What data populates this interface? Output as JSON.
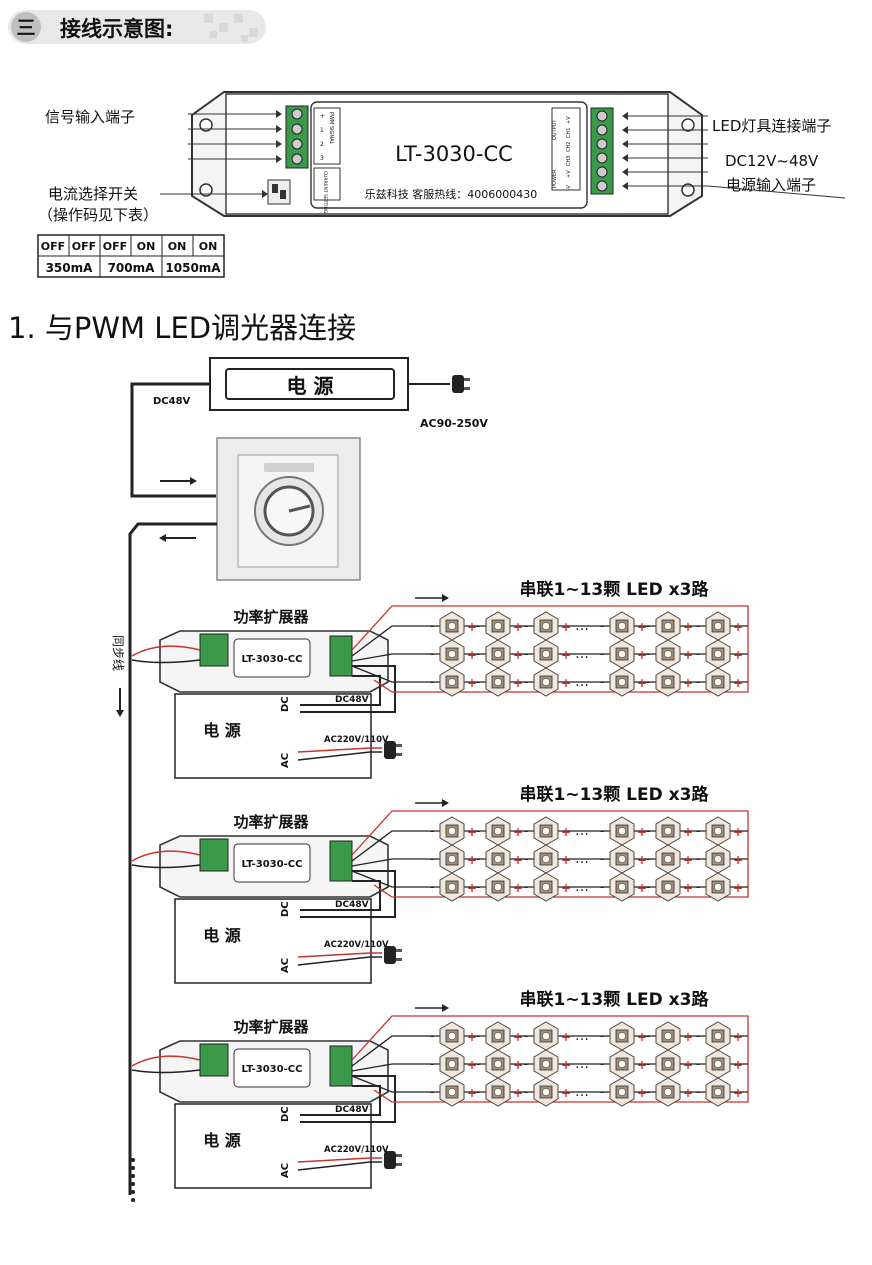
{
  "header": {
    "badge": "三",
    "title": "接线示意图:"
  },
  "controller": {
    "model": "LT-3030-CC",
    "hotline": "乐兹科技 客服热线：4006000430",
    "left_block_label": "PWM SIGNAL",
    "left_pins": [
      "+",
      "1",
      "2",
      "3"
    ],
    "current_block_label": "CURRENT SETTING",
    "right_block_label_top": "OUTPUT",
    "right_block_label_bottom": "POWER",
    "right_pins": [
      "+V",
      "CH1",
      "CH2",
      "CH3",
      "+V",
      "-V"
    ],
    "callouts": {
      "signal_input": "信号输入端子",
      "current_switch": "电流选择开关",
      "current_switch_note": "（操作码见下表）",
      "led_terminal": "LED灯具连接端子",
      "voltage": "DC12V~48V",
      "power_terminal": "电源输入端子"
    }
  },
  "current_table": {
    "codes": [
      [
        "OFF",
        "OFF"
      ],
      [
        "OFF",
        "ON"
      ],
      [
        "ON",
        "ON"
      ]
    ],
    "currents": [
      "350mA",
      "700mA",
      "1050mA"
    ]
  },
  "section1": {
    "title": "1. 与PWM LED调光器连接"
  },
  "top_supply": {
    "label": "电 源",
    "dc_label": "DC48V",
    "ac_label": "AC90-250V"
  },
  "sync_label": "同步线",
  "units": [
    {
      "amp_label": "功率扩展器",
      "model": "LT-3030-CC",
      "led_label": "串联1~13颗 LED x3路",
      "psu_label": "电 源",
      "dc_label": "DC",
      "dc48": "DC48V",
      "ac_label": "AC",
      "ac_spec": "AC220V/110V"
    },
    {
      "amp_label": "功率扩展器",
      "model": "LT-3030-CC",
      "led_label": "串联1~13颗 LED x3路",
      "psu_label": "电 源",
      "dc_label": "DC",
      "dc48": "DC48V",
      "ac_label": "AC",
      "ac_spec": "AC220V/110V"
    },
    {
      "amp_label": "功率扩展器",
      "model": "LT-3030-CC",
      "led_label": "串联1~13颗 LED x3路",
      "psu_label": "电 源",
      "dc_label": "DC",
      "dc48": "DC48V",
      "ac_label": "AC",
      "ac_spec": "AC220V/110V"
    }
  ],
  "colors": {
    "wire_red": "#c8342c",
    "wire_dark": "#222222",
    "led_board": "#f3e7dc",
    "panel": "#ececec"
  }
}
